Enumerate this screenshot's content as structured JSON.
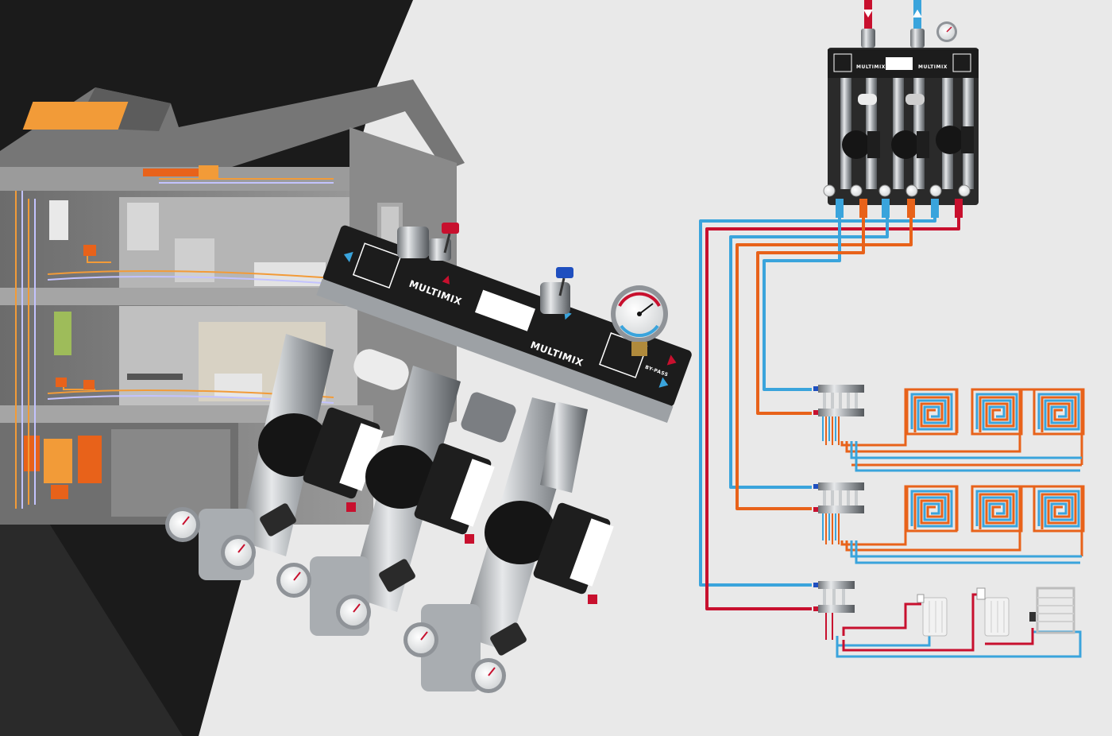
{
  "colors": {
    "background": "#e9e9e9",
    "dark_background": "#1b1b1b",
    "hot_supply": "#c8102e",
    "hot_flow": "#e8621a",
    "cold_return": "#3aa4dc",
    "house_grey": "#8a8a8a",
    "manifold_black": "#1c1c1c",
    "chrome": "#b9bcbf",
    "pump_black": "#151515",
    "accent_orange": "#f29b38"
  },
  "icons": [
    "house-cutaway-icon",
    "mixing-unit-icon",
    "circulation-pump-icon",
    "thermometer-gauge-icon",
    "ball-valve-icon",
    "underfloor-loop-icon",
    "radiator-icon",
    "towel-rail-icon",
    "distribution-manifold-icon"
  ],
  "big_unit": {
    "label_left": "MULTIMIX",
    "label_right": "MULTIMIX",
    "badge": "BY-PASS"
  },
  "schematic_unit": {
    "label_left": "MULTIMIX",
    "label_right": "MULTIMIX"
  }
}
